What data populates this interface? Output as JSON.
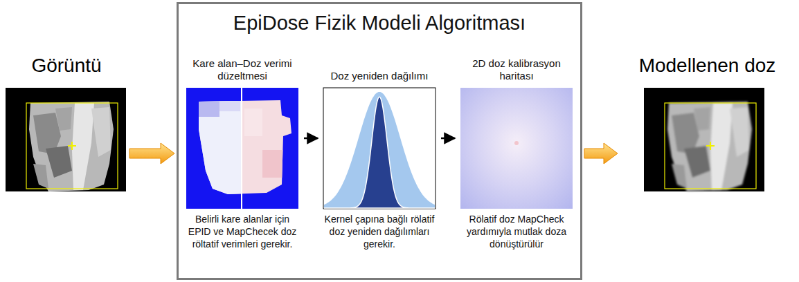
{
  "diagram": {
    "nodes": [
      {
        "text": [
          "Görüntü"
        ]
      },
      {
        "text": [
          "EpiDose Fizik Modeli Algoritması"
        ]
      },
      {
        "text": [
          "Kare alan–Doz verimi düzeltmesi",
          "Belirli kare alanlar için EPID ve MapChecek doz röltatif verimleri gerekir."
        ],
        "in": 1
      },
      {
        "text": [
          "Doz yeniden dağılımı",
          "Kernel çapına bağlı rölatif doz yeniden dağılımları gerekir."
        ],
        "in": 1
      },
      {
        "text": [
          "2D doz kalibrasyon haritası",
          "Rölatif doz MapCheck yardımıyla mutlak doza dönüştürülür"
        ],
        "in": 1
      },
      {
        "text": [
          "Modellenen doz"
        ]
      }
    ],
    "edges": [
      {
        "from": 0,
        "to": 1,
        "arrow": "to"
      },
      {
        "from": 2,
        "to": 3,
        "arrow": "to"
      },
      {
        "from": 3,
        "to": 4,
        "arrow": "to"
      },
      {
        "from": 1,
        "to": 5,
        "arrow": "to"
      }
    ]
  }
}
